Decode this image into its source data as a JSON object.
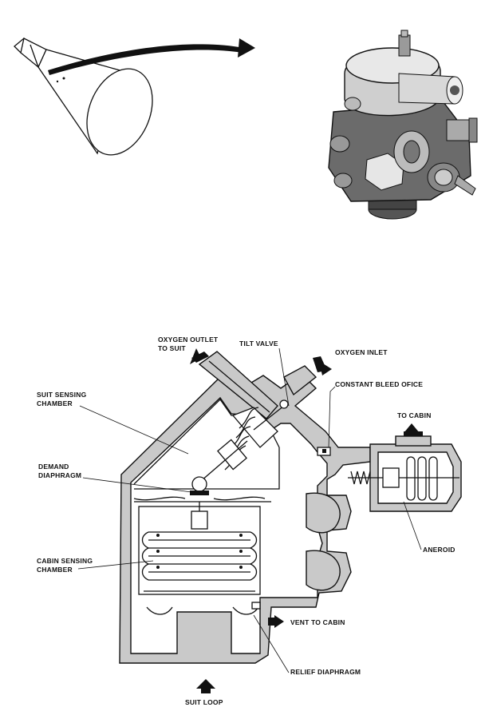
{
  "diagram": {
    "labels": {
      "oxygen_outlet_line1": "OXYGEN OUTLET",
      "oxygen_outlet_line2": "TO SUIT",
      "tilt_valve": "TILT VALVE",
      "oxygen_inlet": "OXYGEN INLET",
      "constant_bleed": "CONSTANT BLEED OFICE",
      "to_cabin": "TO CABIN",
      "suit_sensing_line1": "SUIT SENSING",
      "suit_sensing_line2": "CHAMBER",
      "demand_line1": "DEMAND",
      "demand_line2": "DIAPHRAGM",
      "cabin_sensing_line1": "CABIN SENSING",
      "cabin_sensing_line2": "CHAMBER",
      "aneroid": "ANEROID",
      "vent_to_cabin": "VENT TO CABIN",
      "relief_diaphragm": "RELIEF DIAPHRAGM",
      "suit_loop": "SUIT LOOP"
    },
    "colors": {
      "ink": "#111111",
      "wall_fill": "#c9c9c9",
      "background": "#ffffff"
    }
  }
}
